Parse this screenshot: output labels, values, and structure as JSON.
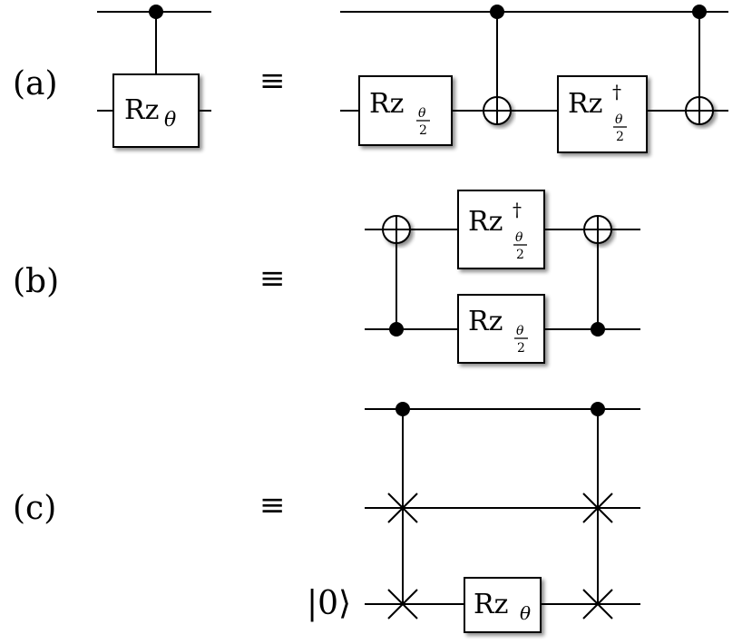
{
  "panels": [
    {
      "label": "(a)",
      "equiv": "≡"
    },
    {
      "label": "(b)",
      "equiv": "≡"
    },
    {
      "label": "(c)",
      "equiv": "≡"
    }
  ],
  "gates": {
    "rz_name": "Rz",
    "theta": "θ",
    "half_num": "θ",
    "half_den": "2",
    "dagger": "†"
  },
  "ket": "|0⟩"
}
